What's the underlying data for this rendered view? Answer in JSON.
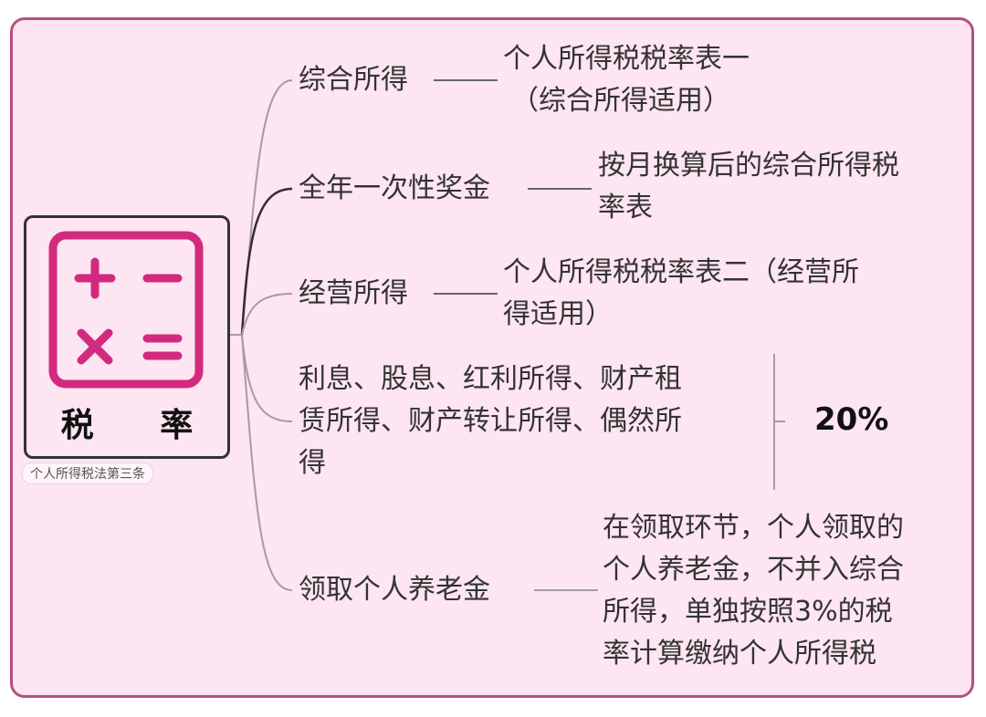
{
  "central": {
    "title": "税 率",
    "icon": "calculator-icon",
    "note": "个人所得税法第三条",
    "icon_color": "#d12a7e"
  },
  "branches": [
    {
      "label": "综合所得",
      "detail": [
        "个人所得税税率表一",
        "（综合所得适用）"
      ]
    },
    {
      "label": "全年一次性奖金",
      "detail": [
        "按月换算后的综合所得税",
        "率表"
      ]
    },
    {
      "label": "经营所得",
      "detail": [
        "个人所得税税率表二（经营所",
        "得适用）"
      ]
    },
    {
      "label": [
        "利息、股息、红利所得、财产租",
        "赁所得、财产转让所得、偶然所",
        "得"
      ],
      "detail": "20%"
    },
    {
      "label": "领取个人养老金",
      "detail": [
        "在领取环节，个人领取的",
        "个人养老金，不并入综合",
        "所得，单独按照3%的税",
        "率计算缴纳个人所得税"
      ]
    }
  ]
}
